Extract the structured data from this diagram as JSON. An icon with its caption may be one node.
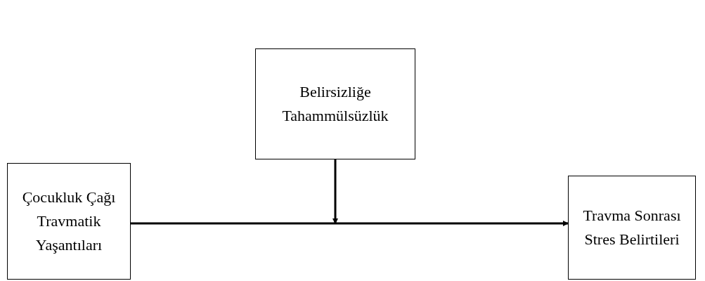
{
  "diagram": {
    "nodes": [
      {
        "text": [
          "Çocukluk Çağı Travmatik Yaşantıları"
        ]
      },
      {
        "text": [
          "Belirsizliğe Tahammülsüzlük"
        ]
      },
      {
        "text": [
          "Travma Sonrası Stres Belirtileri"
        ]
      }
    ],
    "edges": [
      {
        "from": 0,
        "to": 2,
        "arrow": "to"
      },
      {
        "from": 1,
        "to": null,
        "arrow": "to"
      }
    ]
  }
}
